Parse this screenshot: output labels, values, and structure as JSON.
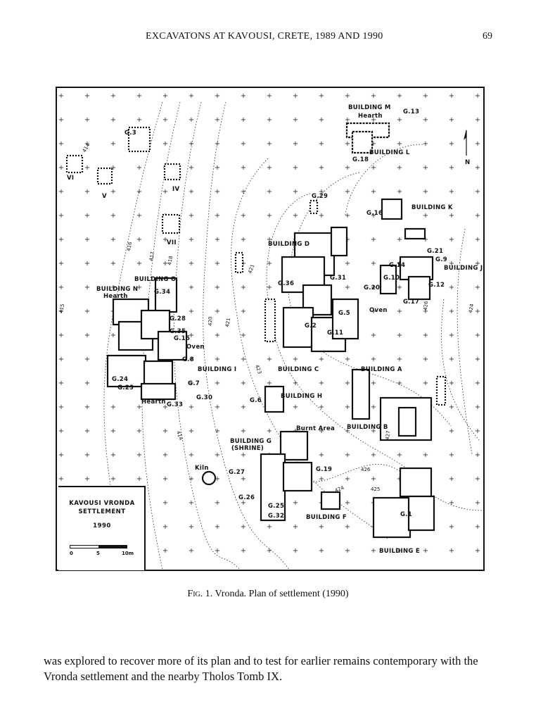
{
  "header": {
    "running_title": "EXCAVATONS AT KAVOUSI, CRETE, 1989 AND 1990",
    "page_number": "69"
  },
  "figure": {
    "caption_prefix": "Fig. 1.",
    "caption_text": "Vronda. Plan of settlement (1990)",
    "north_label": "N",
    "legend": {
      "line1": "KAVOUSI  VRONDA",
      "line2": "SETTLEMENT",
      "year": "1990",
      "scale_0": "0",
      "scale_5": "5",
      "scale_10": "10m"
    },
    "labels": {
      "building_m": "BUILDING M",
      "hearth_m": "Hearth",
      "g13": "G.13",
      "building_l": "BUILDING L",
      "g18": "G.18",
      "g3": "G.3",
      "vi": "VI",
      "v": "V",
      "iv": "IV",
      "vii": "VII",
      "g29": "G.29",
      "g16": "G.16",
      "building_k": "BUILDING K",
      "building_d": "BUILDING D",
      "g21": "G.21",
      "g9": "G.9",
      "g14": "G.14",
      "building_j": "BUILDING J",
      "building_o": "BUILDING O",
      "building_n": "BUILDING N",
      "hearth_n": "Hearth",
      "g34": "G.34",
      "g36": "G.36",
      "g31": "G.31",
      "g20": "G.20",
      "g10": "G.10",
      "g12": "G.12",
      "g17": "G.17",
      "g5": "G.5",
      "oven_c": "Oven",
      "g28": "G.28",
      "g35": "G.35",
      "g15": "G.15",
      "oven_i": "Oven",
      "g2": "G.2",
      "g11": "G.11",
      "g8": "G.8",
      "building_i": "BUILDING I",
      "building_c": "BUILDING C",
      "building_a": "BUILDING A",
      "g24": "G.24",
      "g7": "G.7",
      "g23": "G.23",
      "hearth_i": "Hearth",
      "g33": "G.33",
      "g30": "G.30",
      "g6": "G.6",
      "building_h": "BUILDING H",
      "burnt_area": "Burnt Area",
      "building_g": "BUILDING G",
      "shrine": "(SHRINE)",
      "building_b": "BUILDING B",
      "kiln": "Kiln",
      "g27": "G.27",
      "g19": "G.19",
      "g26": "G.26",
      "g25": "G.25",
      "g32": "G.32",
      "building_f": "BUILDING F",
      "g1": "G.1",
      "building_e": "BUILDING E"
    },
    "contours": {
      "c414a": "414",
      "c414b": "414",
      "c415": "415",
      "c416": "416",
      "c417": "417",
      "c418": "418",
      "c420": "420",
      "c421a": "421",
      "c421b": "421",
      "c423": "423",
      "c424a": "424",
      "c424b": "424",
      "c425": "425",
      "c426a": "426",
      "c426b": "426",
      "c427": "427"
    }
  },
  "body_text": "was explored to recover more of its plan and to test for earlier remains contemporary with the Vronda settlement and the nearby Tholos Tomb IX."
}
